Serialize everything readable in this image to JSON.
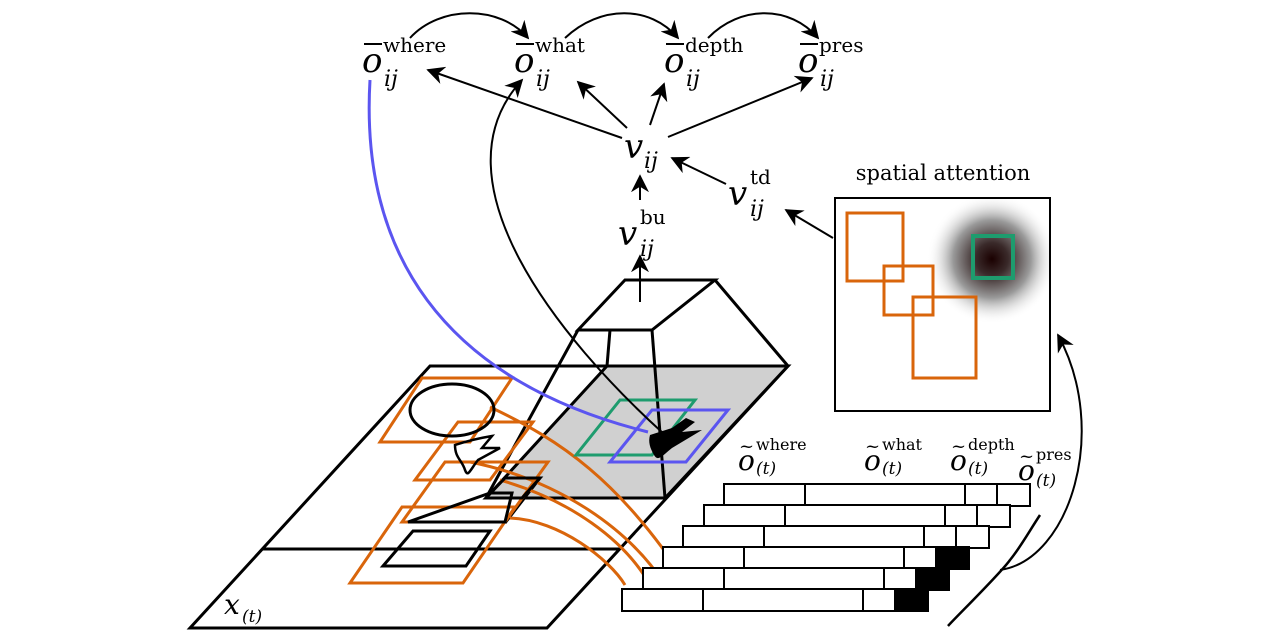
{
  "symbols": {
    "o_bar": "o",
    "o_tilde": "o",
    "v": "v",
    "x": "x",
    "ij": "ij",
    "t_sub": "(t)"
  },
  "superscripts": {
    "where": "where",
    "what": "what",
    "depth": "depth",
    "pres": "pres",
    "bu": "bu",
    "td": "td"
  },
  "labels": {
    "spatial_attention": "spatial attention"
  },
  "colors": {
    "orange": "#d9650b",
    "green": "#1e9c6e",
    "blue": "#5b55f0",
    "black": "#000000",
    "gray_fill": "#d0d0d0"
  }
}
